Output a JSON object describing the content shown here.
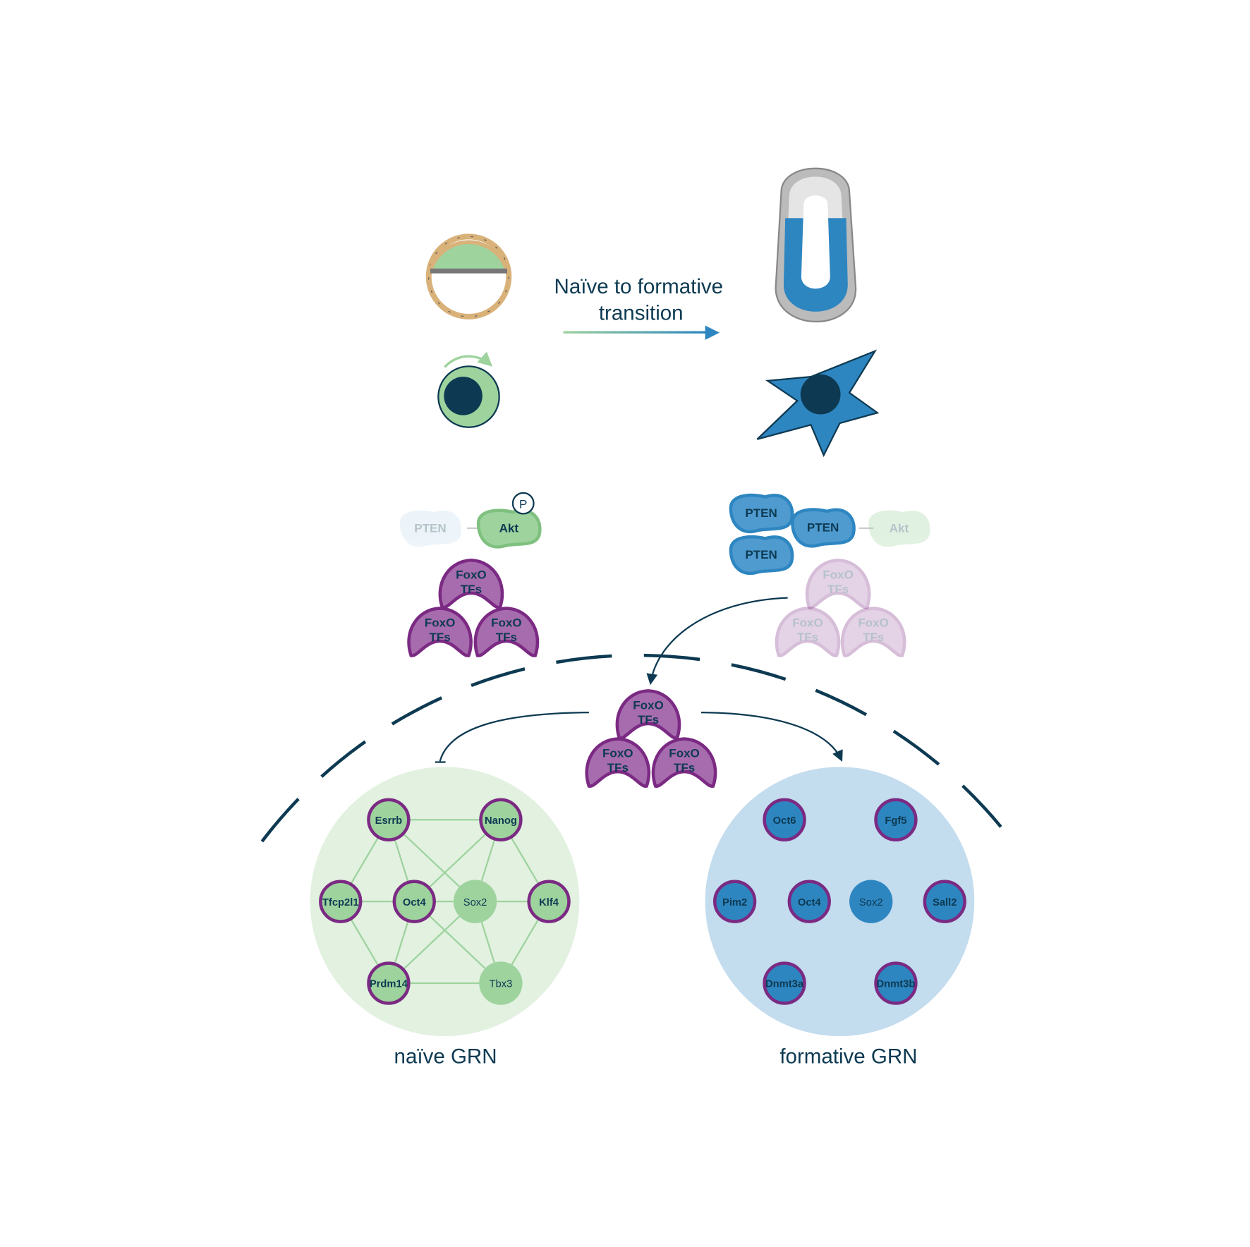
{
  "colors": {
    "dark": "#0d3a52",
    "green": "#9ed39e",
    "greenLight": "#e2f1e0",
    "blue": "#2e86c1",
    "blueLight": "#c3dcee",
    "purple": "#7b2a83",
    "purpleFill": "#a76cae"
  },
  "transition": {
    "line1": "Naïve to formative",
    "line2": "transition"
  },
  "left": {
    "pten": "PTEN",
    "akt": "Akt",
    "phospho": "P",
    "foxo": [
      "FoxO",
      "TFs"
    ]
  },
  "right": {
    "pten": "PTEN",
    "akt": "Akt",
    "foxo": [
      "FoxO",
      "TFs"
    ]
  },
  "center": {
    "foxo": [
      "FoxO",
      "TFs"
    ]
  },
  "naive": {
    "label": "naïve GRN",
    "nodes": [
      {
        "id": "Esrrb",
        "ring": true
      },
      {
        "id": "Nanog",
        "ring": true
      },
      {
        "id": "Tfcp2l1",
        "ring": true
      },
      {
        "id": "Oct4",
        "ring": true
      },
      {
        "id": "Sox2",
        "ring": false
      },
      {
        "id": "Klf4",
        "ring": true
      },
      {
        "id": "Prdm14",
        "ring": true
      },
      {
        "id": "Tbx3",
        "ring": false
      }
    ],
    "edges": [
      [
        "Esrrb",
        "Nanog"
      ],
      [
        "Esrrb",
        "Tfcp2l1"
      ],
      [
        "Esrrb",
        "Oct4"
      ],
      [
        "Esrrb",
        "Sox2"
      ],
      [
        "Nanog",
        "Oct4"
      ],
      [
        "Nanog",
        "Sox2"
      ],
      [
        "Nanog",
        "Klf4"
      ],
      [
        "Tfcp2l1",
        "Oct4"
      ],
      [
        "Tfcp2l1",
        "Prdm14"
      ],
      [
        "Oct4",
        "Sox2"
      ],
      [
        "Sox2",
        "Klf4"
      ],
      [
        "Oct4",
        "Prdm14"
      ],
      [
        "Oct4",
        "Tbx3"
      ],
      [
        "Sox2",
        "Prdm14"
      ],
      [
        "Sox2",
        "Tbx3"
      ],
      [
        "Klf4",
        "Tbx3"
      ],
      [
        "Prdm14",
        "Tbx3"
      ]
    ]
  },
  "formative": {
    "label": "formative GRN",
    "nodes": [
      {
        "id": "Oct6",
        "ring": true
      },
      {
        "id": "Fgf5",
        "ring": true
      },
      {
        "id": "Pim2",
        "ring": true
      },
      {
        "id": "Oct4",
        "ring": true
      },
      {
        "id": "Sox2",
        "ring": false
      },
      {
        "id": "Sall2",
        "ring": true
      },
      {
        "id": "Dnmt3a",
        "ring": true
      },
      {
        "id": "Dnmt3b",
        "ring": true
      }
    ]
  }
}
